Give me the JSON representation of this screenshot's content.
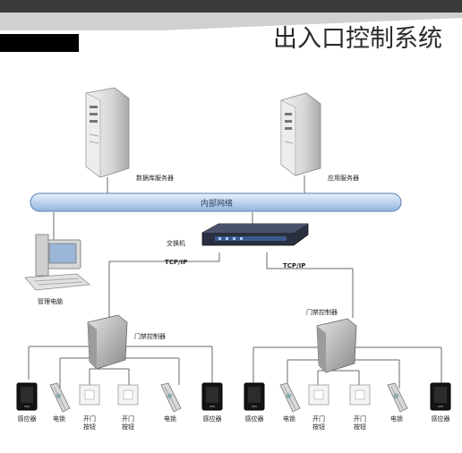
{
  "title": "出入口控制系统",
  "network_label": "内部网络",
  "switch_label": "交换机",
  "protocol_left": "TCP/IP",
  "protocol_right": "TCP/IP",
  "server_db_label": "数据库服务器",
  "server_app_label": "应用服务器",
  "pc_label": "管理电脑",
  "controller_left_label": "门禁控制器",
  "controller_right_label": "门禁控制器",
  "devices_left": [
    {
      "icon": "card-reader-icon",
      "label": "感应器"
    },
    {
      "icon": "electric-lock-icon",
      "label": "电锁"
    },
    {
      "icon": "exit-button-icon",
      "label": "开门\n按钮"
    },
    {
      "icon": "exit-button-icon",
      "label": "开门\n按钮"
    },
    {
      "icon": "electric-lock-icon",
      "label": "电锁"
    },
    {
      "icon": "card-reader-icon",
      "label": "感应器"
    }
  ],
  "devices_right": [
    {
      "icon": "card-reader-icon",
      "label": "感应器"
    },
    {
      "icon": "electric-lock-icon",
      "label": "电锁"
    },
    {
      "icon": "exit-button-icon",
      "label": "开门\n按钮"
    },
    {
      "icon": "exit-button-icon",
      "label": "开门\n按钮"
    },
    {
      "icon": "electric-lock-icon",
      "label": "电锁"
    },
    {
      "icon": "card-reader-icon",
      "label": "感应器"
    }
  ],
  "colors": {
    "header_band": "#3b3b3b",
    "header_black": "#000000",
    "network_bar": "#bcd3f0",
    "network_stroke": "#5a7fb1",
    "line": "#6a6a6a",
    "device_dark": "#141414",
    "panel_gray": "#c9c9c9"
  }
}
